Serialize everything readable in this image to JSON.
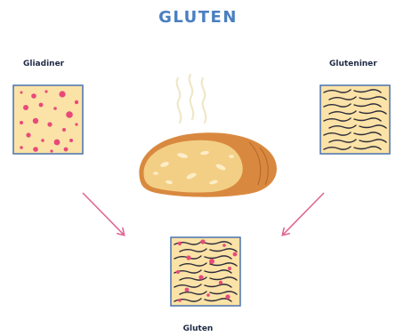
{
  "title": "GLUTEN",
  "labels": {
    "left": "Gliadiner",
    "right": "Gluteniner",
    "bottom": "Gluten"
  },
  "colors": {
    "title": "#4a7fc1",
    "box_fill": "#fbe2a6",
    "box_border": "#4a72b0",
    "dot": "#e8497a",
    "strand": "#2b2b3a",
    "arrow": "#e06694",
    "bread_crust": "#d9893f",
    "bread_crumb": "#f3cf86",
    "steam": "#efe7c8"
  },
  "icons": [
    "gliadin-box-icon",
    "glutenin-box-icon",
    "bread-icon",
    "steam-icon",
    "arrow-icon",
    "gluten-box-icon"
  ]
}
